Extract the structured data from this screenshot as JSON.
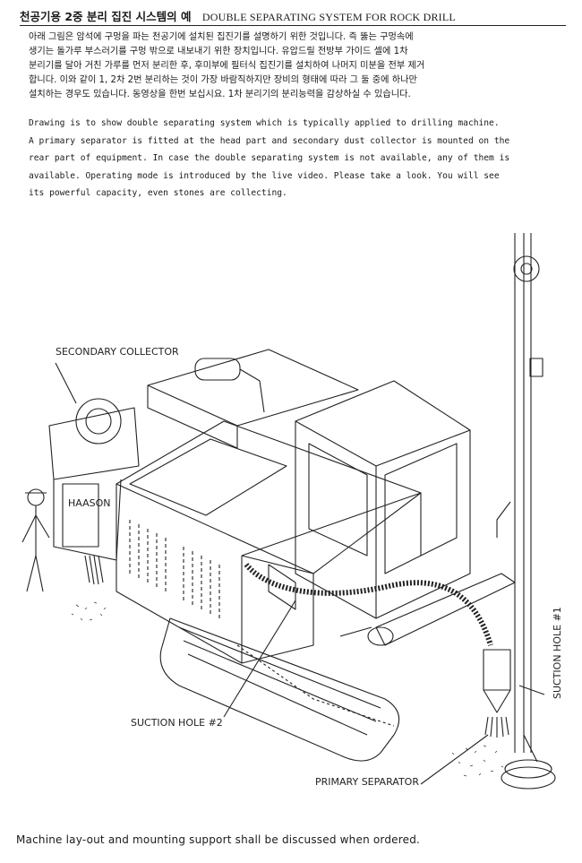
{
  "header": {
    "title_ko": "천공기용 2중 분리 집진 시스템의 예",
    "title_en": "DOUBLE SEPARATING SYSTEM FOR ROCK DRILL"
  },
  "korean_description": [
    "아래 그림은 암석에 구멍을 파는 천공기에 설치된 집진기를 설명하기 위한 것입니다. 즉 뚫는 구멍속에",
    "생기는 돌가루 부스러기를 구멍 밖으로 내보내기 위한 장치입니다. 유압드릴 전방부 가이드 셀에 1차",
    "분리기를 달아 거친 가루를 먼저 분리한 후, 후미부에 필터식 집진기를 설치하여 나머지 미분을 전부 제거",
    "합니다. 이와 같이 1, 2차 2번 분리하는 것이 가장 바람직하지만 장비의 형태에 따라 그 둘 중에 하나만",
    "설치하는 경우도 있습니다. 동영상을 한번 보십시요. 1차 분리기의 분리능력을 감상하실 수 있습니다."
  ],
  "english_description": [
    "Drawing is to show double separating system which is typically applied to drilling machine.",
    "A primary separator is fitted at the head part and secondary dust collector is mounted on the",
    "rear part of equipment. In case the double separating system is not available, any of them is",
    "available. Operating mode is introduced by the live video. Please take a look. You will see",
    "its powerful capacity, even stones are collecting."
  ],
  "drawing_labels": {
    "secondary_collector": "SECONDARY COLLECTOR",
    "brand": "HAASON",
    "suction_hole_2": "SUCTION HOLE #2",
    "suction_hole_1": "SUCTION HOLE #1",
    "primary_separator": "PRIMARY SEPARATOR"
  },
  "footer": {
    "note": "Machine lay-out and mounting support shall be discussed when ordered."
  }
}
